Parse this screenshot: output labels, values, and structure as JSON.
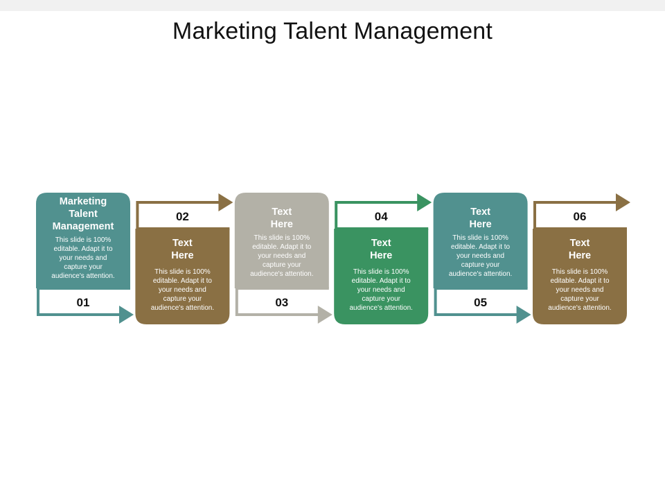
{
  "title": "Marketing Talent Management",
  "colors": {
    "teal": "#51918f",
    "brown": "#8a7044",
    "gray": "#b3b1a7",
    "green": "#3a9361"
  },
  "steps": [
    {
      "number": "01",
      "heading": [
        "Marketing",
        "Talent",
        "Management"
      ],
      "body": [
        "This slide is 100%",
        "editable.  Adapt it to",
        "your needs and",
        "capture your",
        "audience's attention."
      ],
      "color": "#51918f"
    },
    {
      "number": "02",
      "heading": [
        "Text",
        "Here"
      ],
      "body": [
        "This slide is 100%",
        "editable.  Adapt it to",
        "your needs and",
        "capture your",
        "audience's attention."
      ],
      "color": "#8a7044"
    },
    {
      "number": "03",
      "heading": [
        "Text",
        "Here"
      ],
      "body": [
        "This slide is 100%",
        "editable.  Adapt it to",
        "your needs and",
        "capture your",
        "audience's attention."
      ],
      "color": "#b3b1a7"
    },
    {
      "number": "04",
      "heading": [
        "Text",
        "Here"
      ],
      "body": [
        "This slide is 100%",
        "editable.  Adapt it to",
        "your needs and",
        "capture your",
        "audience's attention."
      ],
      "color": "#3a9361"
    },
    {
      "number": "05",
      "heading": [
        "Text",
        "Here"
      ],
      "body": [
        "This slide is 100%",
        "editable.  Adapt it to",
        "your needs and",
        "capture your",
        "audience's attention."
      ],
      "color": "#51918f"
    },
    {
      "number": "06",
      "heading": [
        "Text",
        "Here"
      ],
      "body": [
        "This slide is 100%",
        "editable.  Adapt it to",
        "your needs and",
        "capture your",
        "audience's attention."
      ],
      "color": "#8a7044"
    }
  ]
}
